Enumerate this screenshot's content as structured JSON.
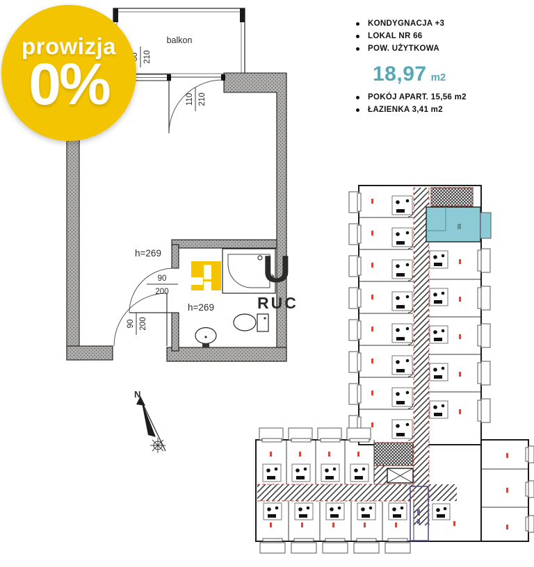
{
  "badge": {
    "top_text": "prowizja",
    "main_text": "0%"
  },
  "summary": {
    "bullets_top": [
      "KONDYGNACJA +3",
      "LOKAL NR 66",
      "POW. UŻYTKOWA"
    ],
    "area": {
      "value": "18,97",
      "unit": "m2"
    },
    "bullets_bottom": [
      "POKÓJ APART. 15,56 m2",
      "ŁAZIENKA 3,41 m2"
    ]
  },
  "floorplan": {
    "balcony_label": "balkon",
    "room_height_label": "h=269",
    "bathroom_height_label": "h=269",
    "dim_window": {
      "w": "60",
      "h": "210"
    },
    "dim_balcony_door": {
      "w": "110",
      "h": "210"
    },
    "dim_bathroom_door": {
      "w": "90",
      "h": "200"
    },
    "dim_entry_door": {
      "w": "90",
      "h": "200"
    }
  },
  "compass": {
    "label": "N"
  },
  "watermark": {
    "letter_big": "U",
    "letters_small": "RUC"
  },
  "overview": {
    "highlighted_unit_number": "66"
  },
  "colors": {
    "badge_yellow": "#F3C402",
    "area_teal": "#55A8B4",
    "highlight_teal": "#8CCBD5",
    "corridor_red": "#CF3A28",
    "unit_number_red": "#C4392C",
    "tech_room_purple": "#5B4B8A",
    "logo_yellow": "#F5C400"
  }
}
